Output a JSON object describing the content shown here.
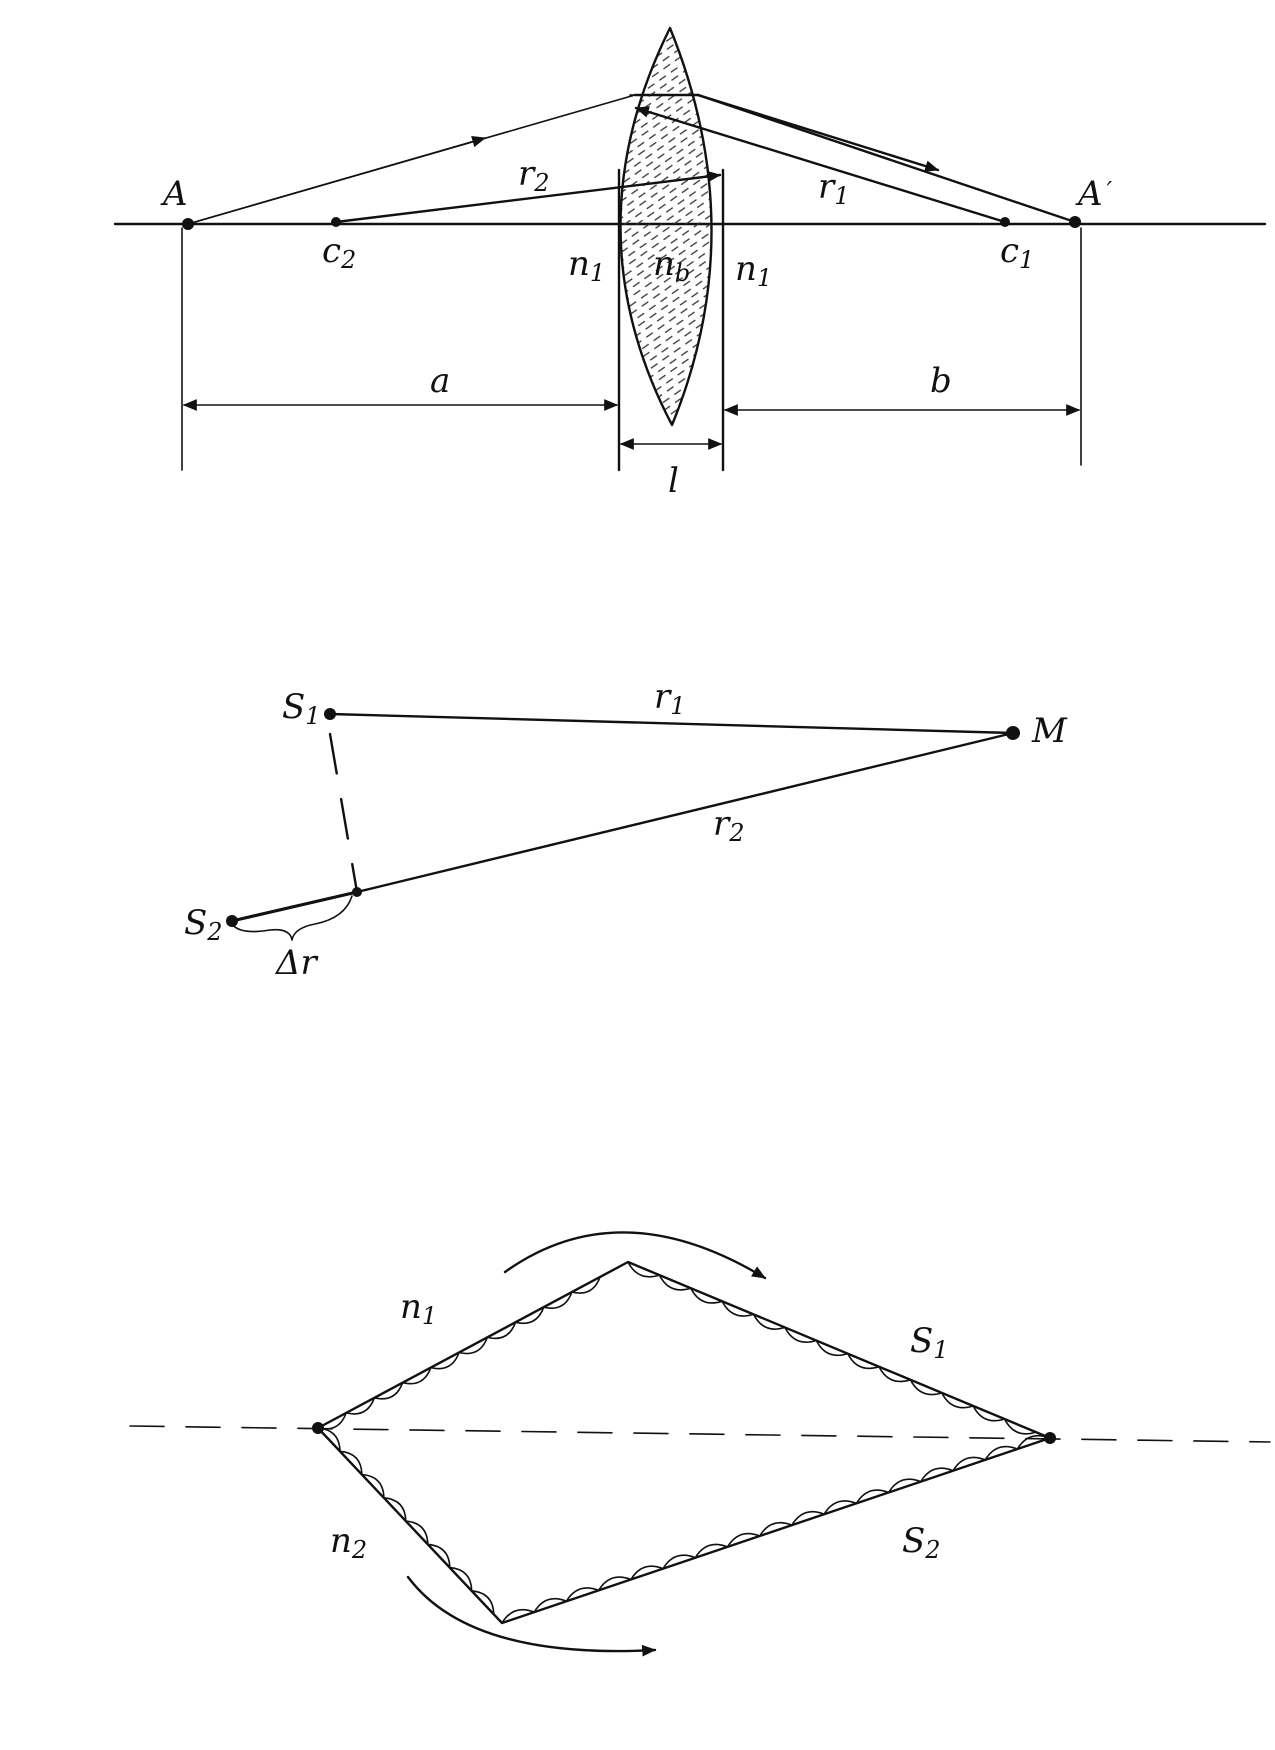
{
  "colors": {
    "ink": "#111111",
    "paper": "#ffffff"
  },
  "figure1": {
    "point_A": "A",
    "point_A_prime": "A",
    "prime_mark": "′",
    "center_C2": "c",
    "center_C2_sub": "2",
    "center_C1": "c",
    "center_C1_sub": "1",
    "radius_r2": "r",
    "radius_r2_sub": "2",
    "radius_r1": "r",
    "radius_r1_sub": "1",
    "index_left": "n",
    "index_left_sub": "1",
    "index_lens": "n",
    "index_lens_sub": "b",
    "index_right": "n",
    "index_right_sub": "1",
    "distance_a": "a",
    "distance_b": "b",
    "thickness_l": "l"
  },
  "figure2": {
    "source_S1": "S",
    "source_S1_sub": "1",
    "source_S2": "S",
    "source_S2_sub": "2",
    "point_M": "M",
    "path_r1": "r",
    "path_r1_sub": "1",
    "path_r2": "r",
    "path_r2_sub": "2",
    "delta_r": "Δr"
  },
  "figure3": {
    "index_n1": "n",
    "index_n1_sub": "1",
    "index_n2": "n",
    "index_n2_sub": "2",
    "path_S1": "S",
    "path_S1_sub": "1",
    "path_S2": "S",
    "path_S2_sub": "2"
  }
}
